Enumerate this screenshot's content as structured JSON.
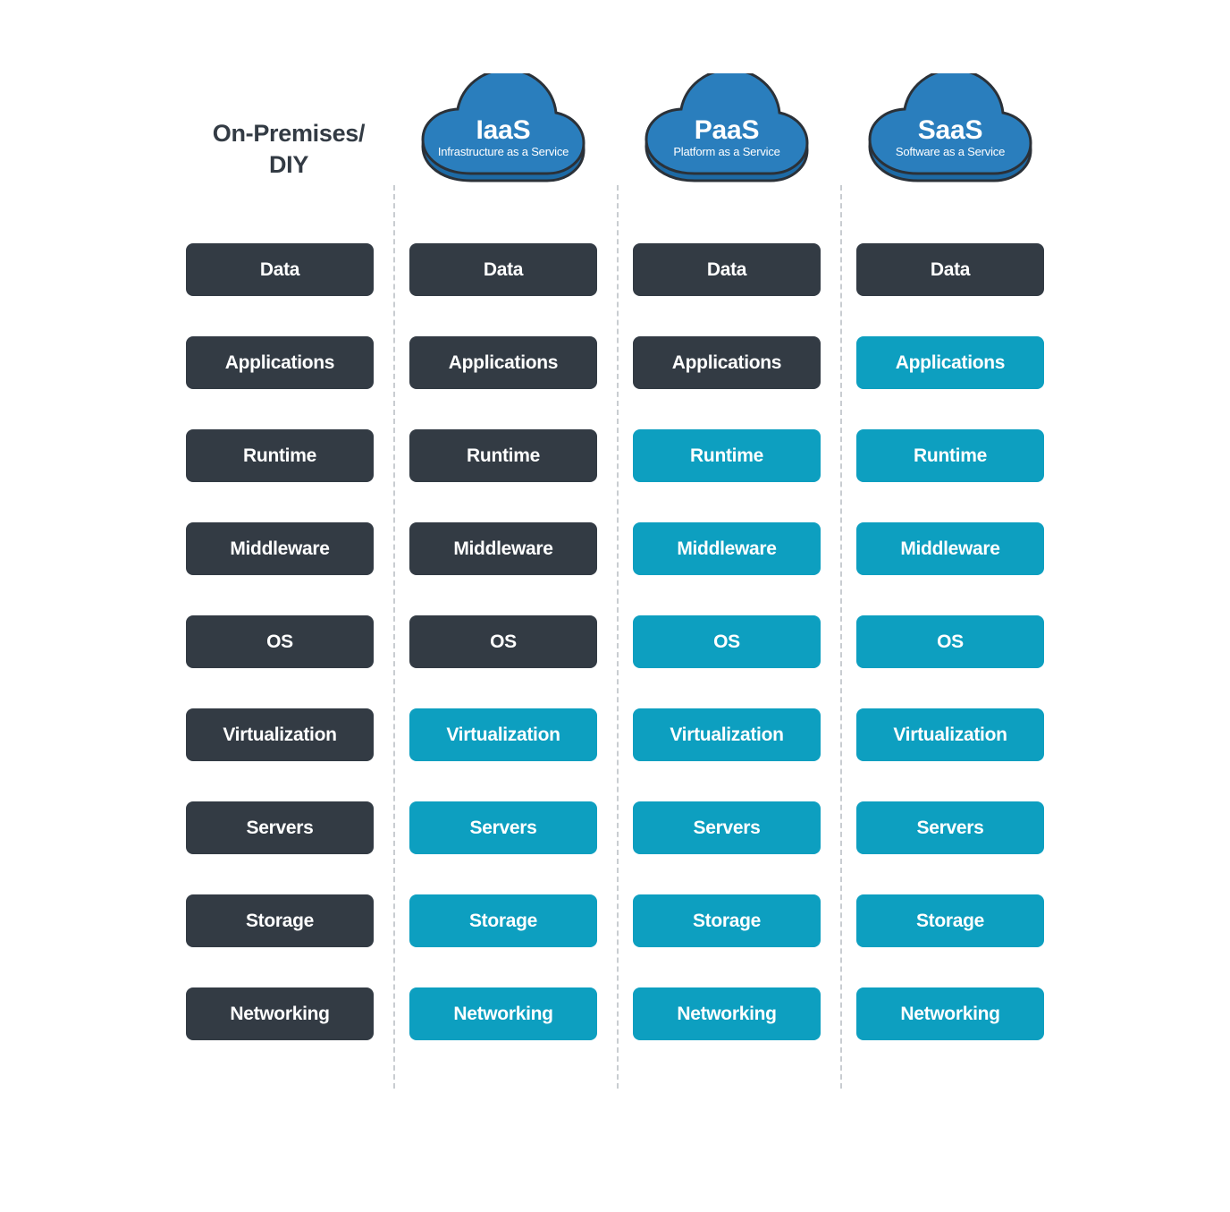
{
  "diagram": {
    "columns": [
      {
        "id": "on-premises",
        "kind": "plain",
        "title": "On-Premises/\nDIY",
        "title_line1": "On-Premises/",
        "title_line2": "DIY"
      },
      {
        "id": "iaas",
        "kind": "cloud",
        "abbr": "IaaS",
        "expansion": "Infrastructure as a Service"
      },
      {
        "id": "paas",
        "kind": "cloud",
        "abbr": "PaaS",
        "expansion": "Platform as a Service"
      },
      {
        "id": "saas",
        "kind": "cloud",
        "abbr": "SaaS",
        "expansion": "Software as a Service"
      }
    ],
    "layers": [
      {
        "name": "Data",
        "cells": [
          {
            "label": "Data",
            "managed_by": "self"
          },
          {
            "label": "Data",
            "managed_by": "self"
          },
          {
            "label": "Data",
            "managed_by": "self"
          },
          {
            "label": "Data",
            "managed_by": "self"
          }
        ]
      },
      {
        "name": "Applications",
        "cells": [
          {
            "label": "Applications",
            "managed_by": "self"
          },
          {
            "label": "Applications",
            "managed_by": "self"
          },
          {
            "label": "Applications",
            "managed_by": "self"
          },
          {
            "label": "Applications",
            "managed_by": "provider"
          }
        ]
      },
      {
        "name": "Runtime",
        "cells": [
          {
            "label": "Runtime",
            "managed_by": "self"
          },
          {
            "label": "Runtime",
            "managed_by": "self"
          },
          {
            "label": "Runtime",
            "managed_by": "provider"
          },
          {
            "label": "Runtime",
            "managed_by": "provider"
          }
        ]
      },
      {
        "name": "Middleware",
        "cells": [
          {
            "label": "Middleware",
            "managed_by": "self"
          },
          {
            "label": "Middleware",
            "managed_by": "self"
          },
          {
            "label": "Middleware",
            "managed_by": "provider"
          },
          {
            "label": "Middleware",
            "managed_by": "provider"
          }
        ]
      },
      {
        "name": "OS",
        "cells": [
          {
            "label": "OS",
            "managed_by": "self"
          },
          {
            "label": "OS",
            "managed_by": "self"
          },
          {
            "label": "OS",
            "managed_by": "provider"
          },
          {
            "label": "OS",
            "managed_by": "provider"
          }
        ]
      },
      {
        "name": "Virtualization",
        "cells": [
          {
            "label": "Virtualization",
            "managed_by": "self"
          },
          {
            "label": "Virtualization",
            "managed_by": "provider"
          },
          {
            "label": "Virtualization",
            "managed_by": "provider"
          },
          {
            "label": "Virtualization",
            "managed_by": "provider"
          }
        ]
      },
      {
        "name": "Servers",
        "cells": [
          {
            "label": "Servers",
            "managed_by": "self"
          },
          {
            "label": "Servers",
            "managed_by": "provider"
          },
          {
            "label": "Servers",
            "managed_by": "provider"
          },
          {
            "label": "Servers",
            "managed_by": "provider"
          }
        ]
      },
      {
        "name": "Storage",
        "cells": [
          {
            "label": "Storage",
            "managed_by": "self"
          },
          {
            "label": "Storage",
            "managed_by": "provider"
          },
          {
            "label": "Storage",
            "managed_by": "provider"
          },
          {
            "label": "Storage",
            "managed_by": "provider"
          }
        ]
      },
      {
        "name": "Networking",
        "cells": [
          {
            "label": "Networking",
            "managed_by": "self"
          },
          {
            "label": "Networking",
            "managed_by": "provider"
          },
          {
            "label": "Networking",
            "managed_by": "provider"
          },
          {
            "label": "Networking",
            "managed_by": "provider"
          }
        ]
      }
    ],
    "colors": {
      "managed_self": "#333b44",
      "managed_provider": "#0d9fc0",
      "cloud_blue": "#2a7ebd",
      "cloud_blue_shadow": "#1d6aa5",
      "cloud_outline": "#2b3138",
      "separator": "#c9cdd1",
      "background": "#ffffff",
      "text_on_fill": "#ffffff",
      "heading_text": "#333b44"
    }
  }
}
